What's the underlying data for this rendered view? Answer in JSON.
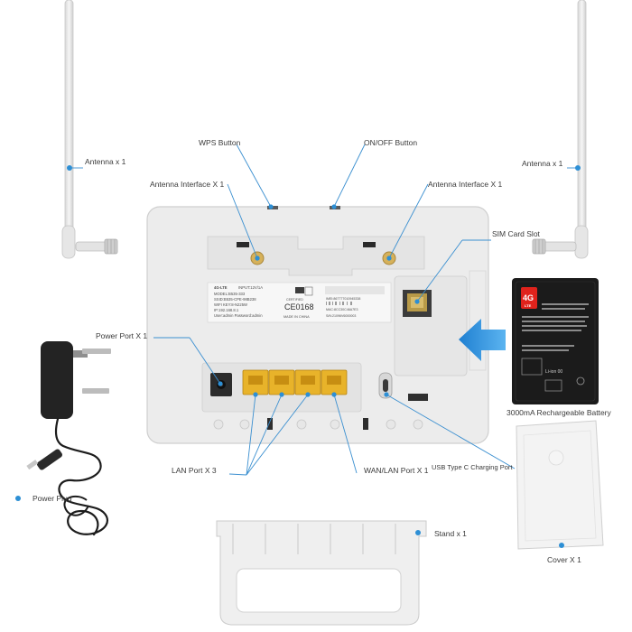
{
  "labels": {
    "antenna_left": "Antenna x 1",
    "antenna_right": "Antenna x 1",
    "wps_button": "WPS Button",
    "onoff_button": "ON/OFF Button",
    "antenna_interface_left": "Antenna Interface X 1",
    "antenna_interface_right": "Antenna Interface X 1",
    "sim_card_slot": "SIM Card Slot",
    "power_port": "Power Port X 1",
    "lan_port": "LAN Port X 3",
    "wan_lan_port": "WAN/LAN Port X 1",
    "usb_c_port": "USB Type C Charging Port",
    "battery": "3000mA Rechargeable Battery",
    "power_plug": "Power Plug",
    "stand": "Stand x 1",
    "cover": "Cover X 1"
  },
  "router_label": {
    "brand": "4G-LTE",
    "input": "INPUT:12V/1A",
    "model": "MODEL:B535-333",
    "ssid": "SSID:B535-CPE-98B238",
    "wifi_key": "WIFI KEY:8-N225W",
    "ip": "IP:192.168.8.1",
    "user": "User:admin  Password:admin",
    "ce": "CE0168",
    "made_in": "MADE IN CHINA",
    "certified": "CERTIFIED",
    "imei": "IMEI:867777010945338",
    "mac": "MAC:8CC30C46A7E3",
    "sn": "S/N:21096V6000003"
  },
  "battery_label": {
    "logo": "4G",
    "logo_sub": "LTE",
    "chem": "Li-ion 00"
  },
  "colors": {
    "accent_blue": "#2d8fd5",
    "leader_line": "#3a8fd0",
    "port_yellow": "#e8b32a",
    "router_body": "#ececec",
    "battery_body": "#1b1b1b",
    "battery_red": "#e0231c"
  }
}
